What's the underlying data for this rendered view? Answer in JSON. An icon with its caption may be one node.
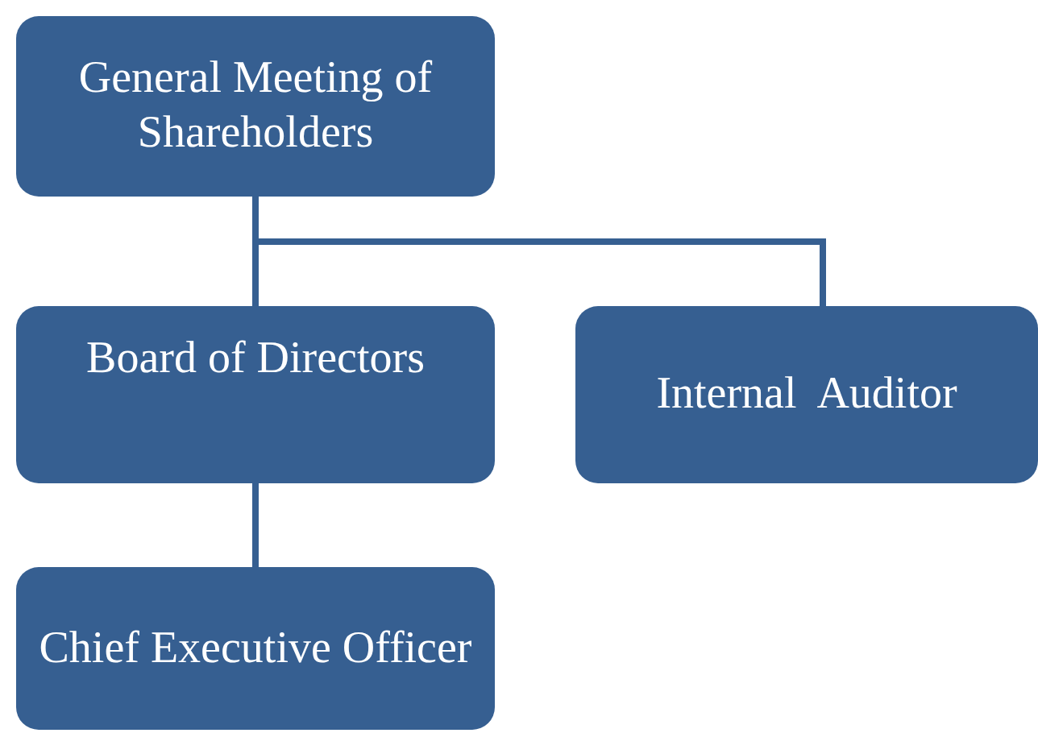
{
  "diagram": {
    "nodes": [
      {
        "text": [
          "General Meeting of Shareholders"
        ]
      },
      {
        "text": [
          "Board of Directors"
        ]
      },
      {
        "text": [
          "Internal  Auditor"
        ]
      },
      {
        "text": [
          "Chief Executive Officer"
        ]
      }
    ],
    "edges": [
      {
        "from": 0,
        "to": 1,
        "arrow": "none"
      },
      {
        "from": 0,
        "to": 2,
        "arrow": "none"
      },
      {
        "from": 1,
        "to": 3,
        "arrow": "none"
      }
    ]
  }
}
